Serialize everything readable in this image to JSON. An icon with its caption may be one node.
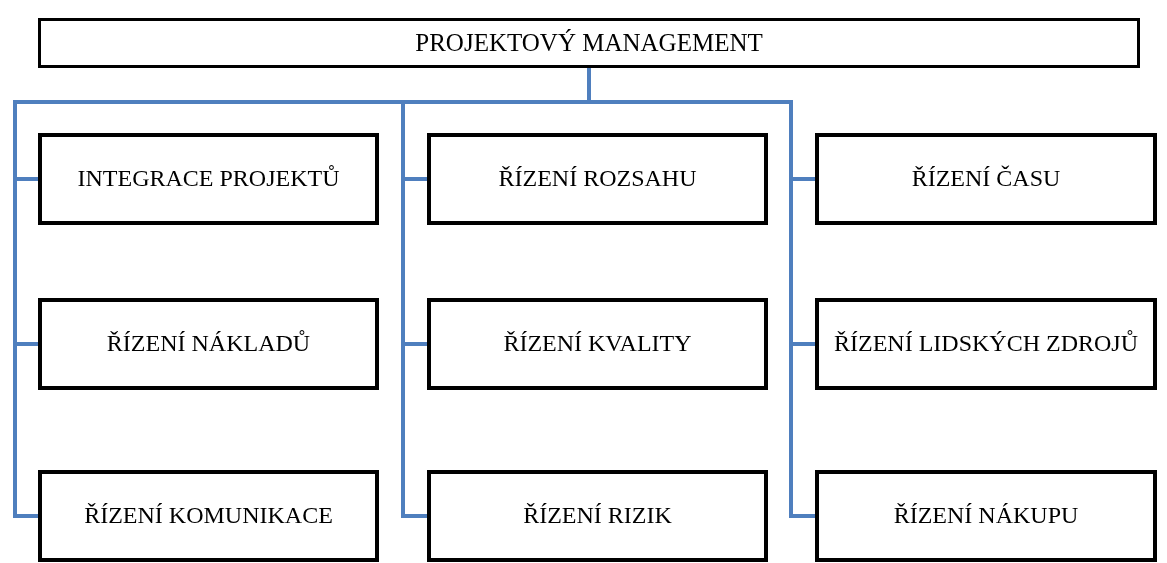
{
  "diagram": {
    "nodes": [
      {
        "text": [
          "PROJEKTOVÝ MANAGEMENT"
        ]
      },
      {
        "text": [
          "INTEGRACE PROJEKTŮ"
        ]
      },
      {
        "text": [
          "ŘÍZENÍ NÁKLADŮ"
        ]
      },
      {
        "text": [
          "ŘÍZENÍ KOMUNIKACE"
        ]
      },
      {
        "text": [
          "ŘÍZENÍ ROZSAHU"
        ]
      },
      {
        "text": [
          "ŘÍZENÍ KVALITY"
        ]
      },
      {
        "text": [
          "ŘÍZENÍ RIZIK"
        ]
      },
      {
        "text": [
          "ŘÍZENÍ ČASU"
        ]
      },
      {
        "text": [
          "ŘÍZENÍ LIDSKÝCH ZDROJŮ"
        ]
      },
      {
        "text": [
          "ŘÍZENÍ NÁKUPU"
        ]
      }
    ],
    "edges": [
      {
        "from": 0,
        "to": 1,
        "arrow": "none"
      },
      {
        "from": 0,
        "to": 2,
        "arrow": "none"
      },
      {
        "from": 0,
        "to": 3,
        "arrow": "none"
      },
      {
        "from": 0,
        "to": 4,
        "arrow": "none"
      },
      {
        "from": 0,
        "to": 5,
        "arrow": "none"
      },
      {
        "from": 0,
        "to": 6,
        "arrow": "none"
      },
      {
        "from": 0,
        "to": 7,
        "arrow": "none"
      },
      {
        "from": 0,
        "to": 8,
        "arrow": "none"
      },
      {
        "from": 0,
        "to": 9,
        "arrow": "none"
      }
    ]
  }
}
